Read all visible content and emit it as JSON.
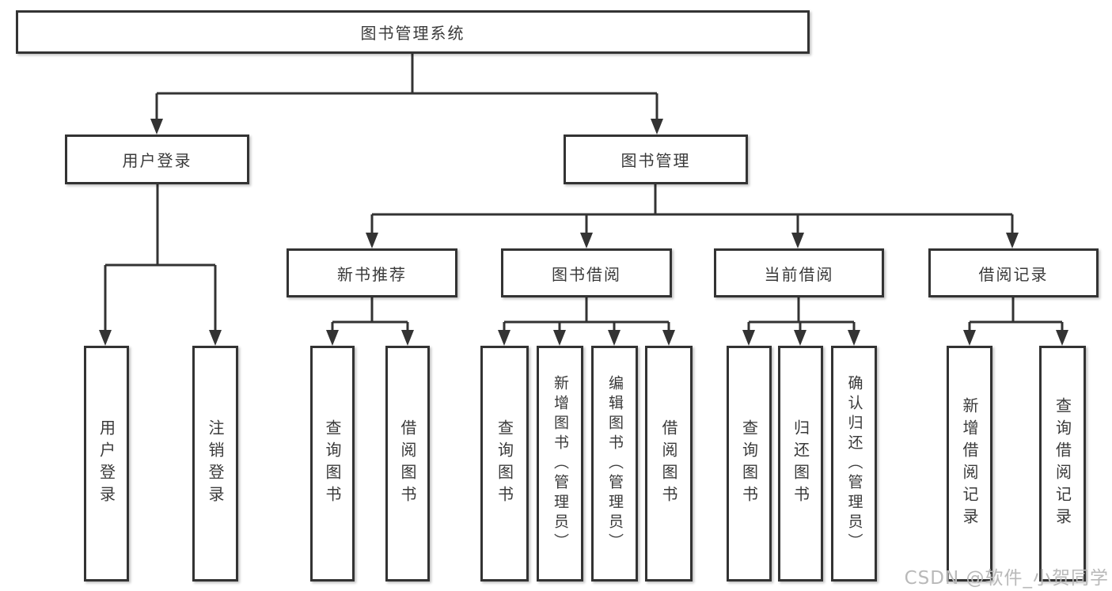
{
  "palette": {
    "line_color": "#333333",
    "text_color": "#3a3a3a",
    "watermark_color": "#b9b9b9",
    "background": "#ffffff"
  },
  "watermark": {
    "text": "CSDN @软件_小贺同学"
  },
  "diagram": {
    "root": "图书管理系统",
    "level2": [
      "用户登录",
      "图书管理"
    ],
    "level3": [
      "新书推荐",
      "图书借阅",
      "当前借阅",
      "借阅记录"
    ],
    "leaves": {
      "login": [
        "用户登录",
        "注销登录"
      ],
      "new_book": [
        "查询图书",
        "借阅图书"
      ],
      "borrow": [
        "查询图书",
        "新增图书（管理员）",
        "编辑图书（管理员）",
        "借阅图书"
      ],
      "current": [
        "查询图书",
        "归还图书",
        "确认归还（管理员）"
      ],
      "records": [
        "新增借阅记录",
        "查询借阅记录"
      ]
    }
  }
}
